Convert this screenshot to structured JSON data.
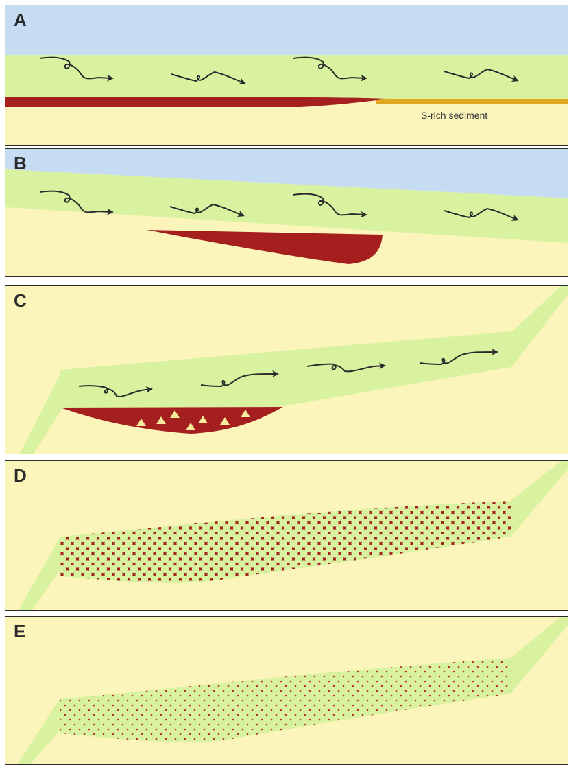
{
  "colors": {
    "seawater": "#c6dcf2",
    "fluid": "#d9f2a0",
    "sediment": "#fbf5bc",
    "ore": "#a41f1e",
    "sulfur_layer": "#e2a623",
    "arrow": "#2b2b2b",
    "triangle": "#f4ec9b"
  },
  "icons": [
    "flow-arrow-icon",
    "triangle-clast-icon"
  ],
  "panels": [
    {
      "letter": "A"
    },
    {
      "letter": "B"
    },
    {
      "letter": "C"
    },
    {
      "letter": "D"
    },
    {
      "letter": "E"
    }
  ],
  "labels": {
    "s_rich_sediment": "S-rich sediment"
  }
}
